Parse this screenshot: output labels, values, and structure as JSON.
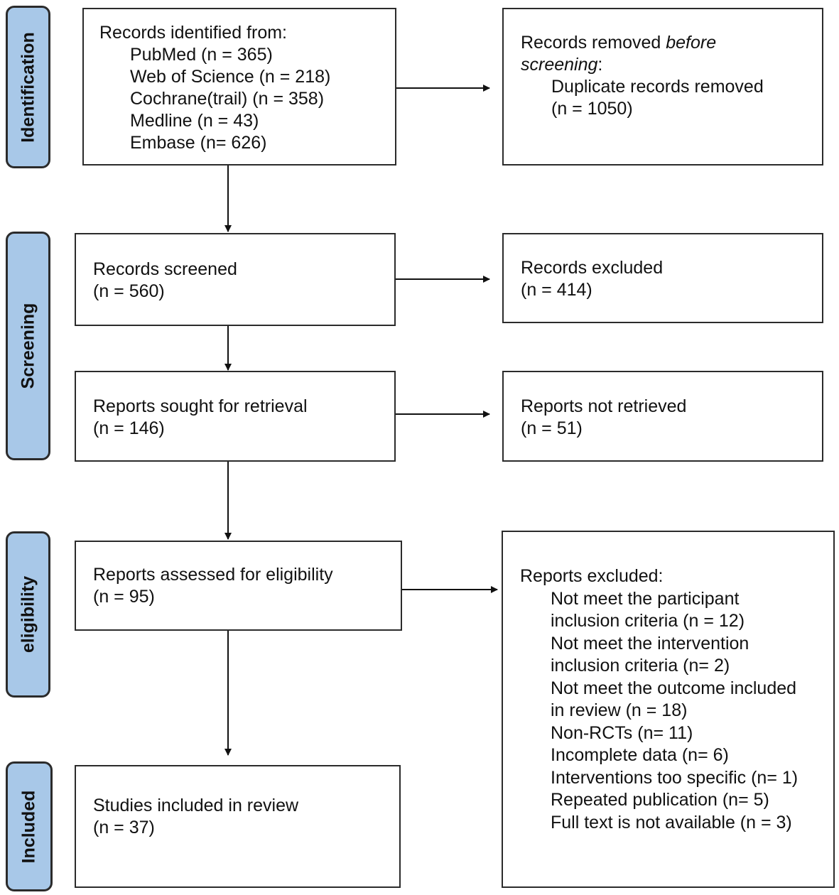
{
  "phases": {
    "identification": "Identification",
    "screening": "Screening",
    "eligibility": "eligibility",
    "included": "Included"
  },
  "identified": {
    "heading": "Records identified from:",
    "sources": [
      "PubMed (n = 365)",
      "Web of Science (n = 218)",
      "Cochrane(trail) (n = 358)",
      "Medline (n = 43)",
      "Embase (n= 626)"
    ]
  },
  "removed": {
    "heading_a": "Records removed ",
    "heading_b": "before",
    "heading_c": "screening",
    "heading_d": ":",
    "item": "Duplicate records removed",
    "count": "(n = 1050)"
  },
  "screened": {
    "label": "Records screened",
    "count": "(n = 560)"
  },
  "excluded": {
    "label": "Records excluded",
    "count": "(n = 414)"
  },
  "sought": {
    "label": "Reports sought for retrieval",
    "count": "(n = 146)"
  },
  "not_retrieved": {
    "label": "Reports not retrieved",
    "count": "(n = 51)"
  },
  "assessed": {
    "label": "Reports assessed for eligibility",
    "count": "(n = 95)"
  },
  "reports_excluded": {
    "heading": "Reports excluded:",
    "lines": [
      "Not meet the participant",
      "inclusion criteria (n = 12)",
      "Not meet the intervention",
      "inclusion criteria (n= 2)",
      "Not meet the outcome included",
      "in review (n = 18)",
      "Non-RCTs (n= 11)",
      "Incomplete data (n= 6)",
      "Interventions too specific (n= 1)",
      "Repeated publication (n= 5)",
      "Full text is not available (n = 3)"
    ]
  },
  "included": {
    "label": "Studies included in review",
    "count": "(n = 37)"
  }
}
